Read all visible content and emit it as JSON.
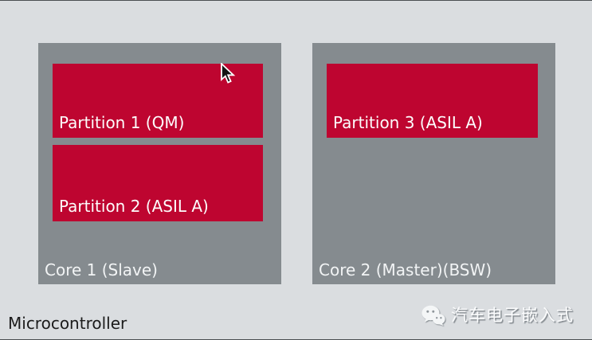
{
  "diagram": {
    "title": "Microcontroller",
    "colors": {
      "page_background": "#dadde0",
      "core_fill": "#858b8f",
      "partition_fill": "#be0530",
      "label_text": "#fdfdfd",
      "title_text": "#1b1b1b",
      "rule_line": "#4a4e52"
    },
    "cores": [
      {
        "label": "Core 1 (Slave)",
        "partitions": [
          {
            "label": "Partition 1 (QM)"
          },
          {
            "label": "Partition 2 (ASIL A)"
          }
        ]
      },
      {
        "label": "Core 2 (Master)(BSW)",
        "partitions": [
          {
            "label": "Partition 3 (ASIL A)"
          }
        ]
      }
    ]
  },
  "watermark": {
    "text": "汽车电子嵌入式",
    "icon": "wechat-icon"
  }
}
